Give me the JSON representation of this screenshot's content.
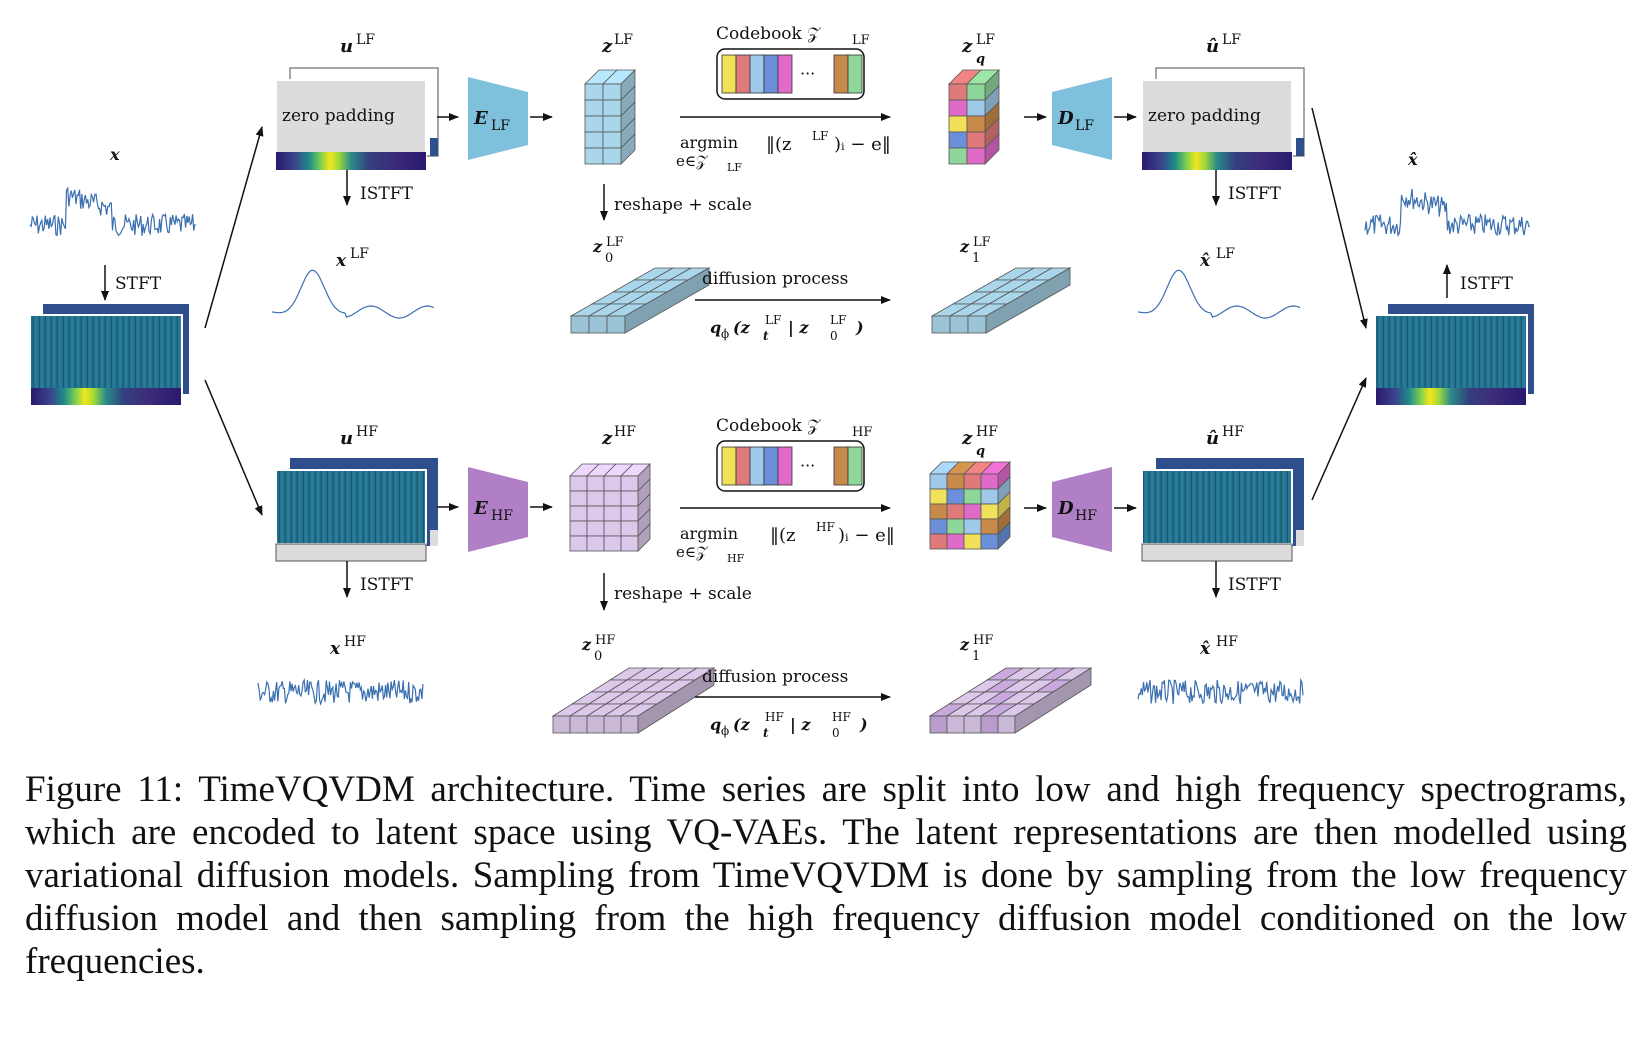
{
  "labels": {
    "x": "x",
    "x_hat": "x̂",
    "stft": "STFT",
    "istft": "ISTFT",
    "u_lf": "u",
    "u_hf": "u",
    "u_hat_lf": "û",
    "u_hat_hf": "û",
    "sup_lf": "LF",
    "sup_hf": "HF",
    "zero_padding": "zero padding",
    "enc_lf": "E",
    "enc_hf": "E",
    "dec_lf": "D",
    "dec_hf": "D",
    "z": "z",
    "zq": "z",
    "zq_sub": "q",
    "codebook": "Codebook 𝒵",
    "argmin": "argmin",
    "argmin_sub_lf": "e∈𝒵",
    "argmin_sub_hf": "e∈𝒵",
    "dots": "···",
    "norm_lf": "‖(z",
    "norm_tail": ")ᵢ − e‖",
    "reshape_scale": "reshape + scale",
    "z0": "z",
    "z0_sub": "0",
    "z1": "z",
    "z1_sub": "1",
    "diffusion_process": "diffusion process",
    "q_phi": "q",
    "q_phi_sub": "ϕ",
    "q_args": "(z",
    "q_t": "t",
    "q_mid": " | z",
    "q_end": ")"
  },
  "colors": {
    "lf": "#7fc0dc",
    "lf_cube": "#a9d6ea",
    "hf": "#b17fc6",
    "hf_cube": "#dcc8ea",
    "spec_dark": "#1e6e8a",
    "spec_border": "#2f4f8c",
    "signal": "#3a6fb0",
    "codebook": [
      "#f1e05a",
      "#e07a7a",
      "#9ec9e9",
      "#6b8fd8",
      "#e06ac8",
      "#c88a4a",
      "#8fd69a"
    ]
  },
  "caption": "Figure 11: TimeVQVDM architecture. Time series are split into low and high frequency spectrograms, which are encoded to latent space using VQ-VAEs. The latent representations are then modelled using variational diffusion models. Sampling from TimeVQVDM is done by sampling from the low frequency diffusion model and then sampling from the high frequency diffusion model conditioned on the low frequencies."
}
